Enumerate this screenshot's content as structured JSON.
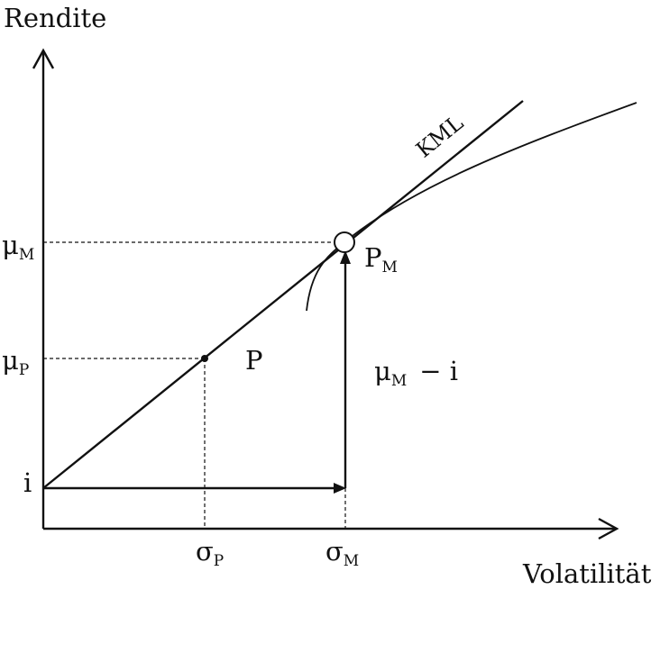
{
  "axes": {
    "y_label": "Rendite",
    "x_label": "Volatilität"
  },
  "y_ticks": {
    "mu_m": {
      "base": "μ",
      "sub": "M"
    },
    "mu_p": {
      "base": "μ",
      "sub": "P"
    },
    "i": "i"
  },
  "x_ticks": {
    "sigma_p": {
      "base": "σ",
      "sub": "P"
    },
    "sigma_m": {
      "base": "σ",
      "sub": "M"
    }
  },
  "labels": {
    "kml": "KML",
    "point_p": "P",
    "point_pm": {
      "base": "P",
      "sub": "M"
    },
    "excess": {
      "base": "μ",
      "sub": "M",
      "rest": "− i"
    }
  },
  "colors": {
    "ink": "#111111",
    "background": "#ffffff"
  }
}
